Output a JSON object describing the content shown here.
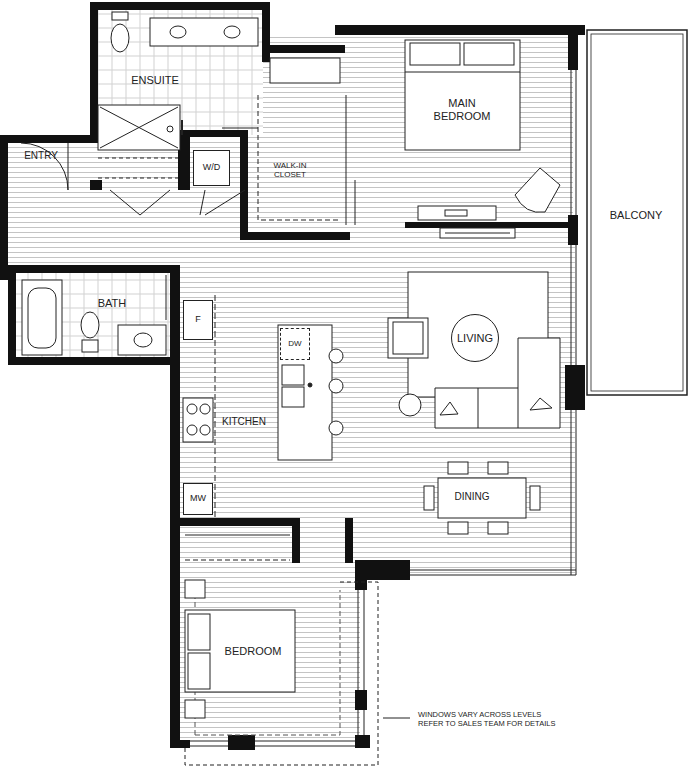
{
  "diagram": {
    "nodes": [
      {
        "text": [
          "W/D"
        ]
      },
      {
        "text": [
          "F"
        ]
      },
      {
        "text": [
          "DW"
        ]
      },
      {
        "text": [
          "MW"
        ]
      },
      {
        "text": [
          "LIVING"
        ]
      }
    ],
    "labels": [
      "ENSUITE",
      "ENTRY",
      "WALK-IN CLOSET",
      "MAIN BEDROOM",
      "BALCONY",
      "BATH",
      "KITCHEN",
      "DINING",
      "BEDROOM",
      "WINDOWS VARY ACROSS LEVELS REFER TO SALES TEAM FOR DETAILS"
    ]
  }
}
